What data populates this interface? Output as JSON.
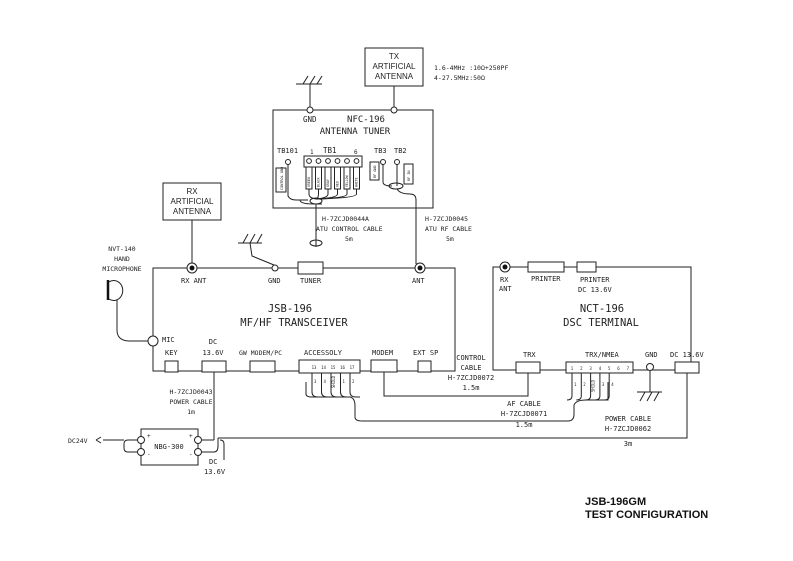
{
  "tx_antenna": {
    "line1": "TX",
    "line2": "ARTIFICIAL",
    "line3": "ANTENNA"
  },
  "tx_spec": {
    "line1": "1.6-4MHz :10Ω+250PF",
    "line2": "4-27.5MHz:50Ω"
  },
  "tuner": {
    "gnd": "GND",
    "model": "NFC-196",
    "name": "ANTENNA TUNER",
    "tb101": "TB101",
    "tb1": "TB1",
    "tb1_first": "1",
    "tb1_last": "6",
    "tb3": "TB3",
    "tb2": "TB2",
    "control_gnd": "CONTROL GND",
    "wires": [
      "GREEN",
      "BLACK",
      "GRAY",
      "RED",
      "YELLOW",
      "WHITE"
    ],
    "rf_gnd": "RF GND",
    "rf_in": "RF IN"
  },
  "rx_antenna": {
    "line1": "RX",
    "line2": "ARTIFICIAL",
    "line3": "ANTENNA"
  },
  "atu_control_cable": {
    "part": "H-7ZCJD0044A",
    "name": "ATU CONTROL CABLE",
    "length": "5m"
  },
  "atu_rf_cable": {
    "part": "H-7ZCJD0045",
    "name": "ATU RF CABLE",
    "length": "5m"
  },
  "microphone": {
    "line1": "NVT-140",
    "line2": "HAND",
    "line3": "MICROPHONE"
  },
  "transceiver": {
    "rx_ant": "RX ANT",
    "gnd": "GND",
    "tuner": "TUNER",
    "ant": "ANT",
    "model": "JSB-196",
    "name": "MF/HF TRANSCEIVER",
    "mic": "MIC",
    "key": "KEY",
    "dc_line1": "DC",
    "dc_line2": "13.6V",
    "gw_modem": "GW MODEM/PC",
    "accessory": "ACCESSOLY",
    "accessory_pins": [
      "13",
      "14",
      "15",
      "16",
      "17"
    ],
    "accessory_wires": [
      "3",
      "4",
      "SHILD",
      "1",
      "2"
    ],
    "modem": "MODEM",
    "ext_sp": "EXT SP"
  },
  "dsc_terminal": {
    "rx_line1": "RX",
    "rx_line2": "ANT",
    "printer": "PRINTER",
    "printer_dc_line1": "PRINTER",
    "printer_dc_line2": "DC 13.6V",
    "model": "NCT-196",
    "name": "DSC TERMINAL",
    "trx": "TRX",
    "trx_nmea": "TRX/NMEA",
    "trx_nmea_pins": [
      "1",
      "2",
      "3",
      "4",
      "5",
      "6",
      "7"
    ],
    "trx_nmea_wires": [
      "1",
      "2",
      "SHILD",
      "3",
      "4"
    ],
    "gnd": "GND",
    "dc": "DC 13.6V"
  },
  "control_cable": {
    "line1": "CONTROL",
    "line2": "CABLE",
    "part": "H-7ZCJD0072",
    "length": "1.5m"
  },
  "af_cable": {
    "name": "AF CABLE",
    "part": "H-7ZCJD0071",
    "length": "1.5m"
  },
  "power_cable_dsc": {
    "name": "POWER CABLE",
    "part": "H-7ZCJD0062",
    "length": "3m"
  },
  "power_cable_main": {
    "part": "H-7ZCJD0043",
    "name": "POWER CABLE",
    "length": "1m"
  },
  "power_supply": {
    "model": "NBG-300",
    "input": "DC24V",
    "plus": "+",
    "minus": "-",
    "out_line1": "DC",
    "out_line2": "13.6V"
  },
  "title": {
    "line1": "JSB-196GM",
    "line2": "TEST CONFIGURATION"
  }
}
